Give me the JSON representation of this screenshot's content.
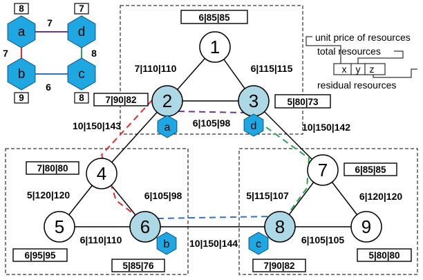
{
  "nodes": [
    {
      "id": "1",
      "label": "1",
      "highlight": false,
      "box": "6|85|85"
    },
    {
      "id": "2",
      "label": "2",
      "highlight": true,
      "box": "7|90|82"
    },
    {
      "id": "3",
      "label": "3",
      "highlight": true,
      "box": "5|80|73"
    },
    {
      "id": "4",
      "label": "4",
      "highlight": false,
      "box": "7|80|80"
    },
    {
      "id": "5",
      "label": "5",
      "highlight": false,
      "box": "6|95|95"
    },
    {
      "id": "6",
      "label": "6",
      "highlight": true,
      "box": "5|85|76"
    },
    {
      "id": "7",
      "label": "7",
      "highlight": false,
      "box": "6|85|85"
    },
    {
      "id": "8",
      "label": "8",
      "highlight": true,
      "box": "7|90|82"
    },
    {
      "id": "9",
      "label": "9",
      "highlight": false,
      "box": "5|80|80"
    }
  ],
  "edges": [
    {
      "from": "1",
      "to": "2",
      "label": "7|110|110"
    },
    {
      "from": "1",
      "to": "3",
      "label": "6|115|115"
    },
    {
      "from": "2",
      "to": "3",
      "label": "6|105|98"
    },
    {
      "from": "2",
      "to": "4",
      "label": "10|150|143"
    },
    {
      "from": "3",
      "to": "7",
      "label": "10|150|142"
    },
    {
      "from": "4",
      "to": "5",
      "label": "5|120|120"
    },
    {
      "from": "4",
      "to": "6",
      "label": "6|105|98"
    },
    {
      "from": "5",
      "to": "6",
      "label": "6|110|110"
    },
    {
      "from": "6",
      "to": "8",
      "label": "10|150|144"
    },
    {
      "from": "7",
      "to": "8",
      "label": "5|115|107"
    },
    {
      "from": "7",
      "to": "9",
      "label": "6|120|120"
    },
    {
      "from": "8",
      "to": "9",
      "label": "6|105|105"
    }
  ],
  "hexes": [
    {
      "label": "a",
      "node": "2"
    },
    {
      "label": "d",
      "node": "3"
    },
    {
      "label": "b",
      "node": "6"
    },
    {
      "label": "c",
      "node": "8"
    }
  ],
  "virtual_links": [
    {
      "from": "a",
      "to": "b",
      "color": "#e8282c"
    },
    {
      "from": "a",
      "to": "d",
      "color": "#7030a0"
    },
    {
      "from": "d",
      "to": "c",
      "color": "#22a84a"
    },
    {
      "from": "b",
      "to": "c",
      "color": "#2e74c4"
    }
  ],
  "request": {
    "nodes": [
      {
        "label": "a",
        "demand": "8"
      },
      {
        "label": "d",
        "demand": "7"
      },
      {
        "label": "b",
        "demand": "9"
      },
      {
        "label": "c",
        "demand": "8"
      }
    ],
    "links": [
      {
        "from": "a",
        "to": "d",
        "demand": "7",
        "color": "#7030a0"
      },
      {
        "from": "a",
        "to": "b",
        "demand": "7",
        "color": "#e8282c"
      },
      {
        "from": "d",
        "to": "c",
        "demand": "8",
        "color": "#22a84a"
      },
      {
        "from": "b",
        "to": "c",
        "demand": "6",
        "color": "#2e74c4"
      }
    ]
  },
  "legend": {
    "unit_price": "unit price of resources",
    "total": "total  resources",
    "residual": "residual resources",
    "x": "x",
    "y": "y",
    "z": "z"
  },
  "colors": {
    "node_highlight": "#add8e6",
    "hex_fill": "#1ea7e1",
    "hex_stroke": "#0a4f8a"
  }
}
